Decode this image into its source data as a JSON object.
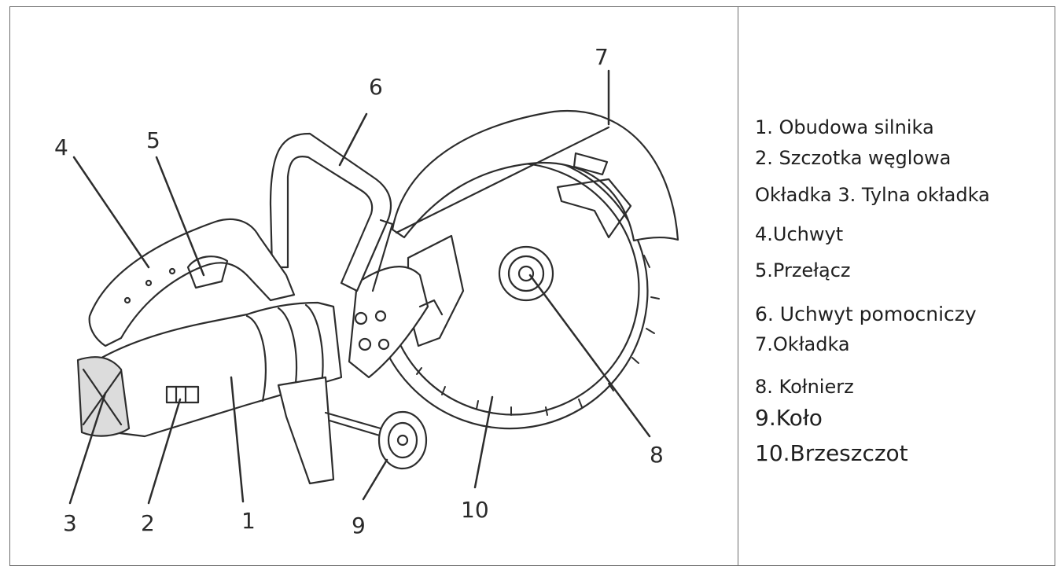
{
  "drawing": {
    "callouts": [
      "1",
      "2",
      "3",
      "4",
      "5",
      "6",
      "7",
      "8",
      "9",
      "10"
    ]
  },
  "legend": {
    "items": [
      "1. Obudowa silnika",
      "2.  Szczotka  węglowa",
      "Okładka 3. Tylna okładka",
      "4.Uchwyt",
      "5.Przełącz",
      "6.  Uchwyt  pomocniczy",
      "7.Okładka",
      "8. Kołnierz",
      "9.Koło",
      "10.Brzeszczot"
    ]
  }
}
